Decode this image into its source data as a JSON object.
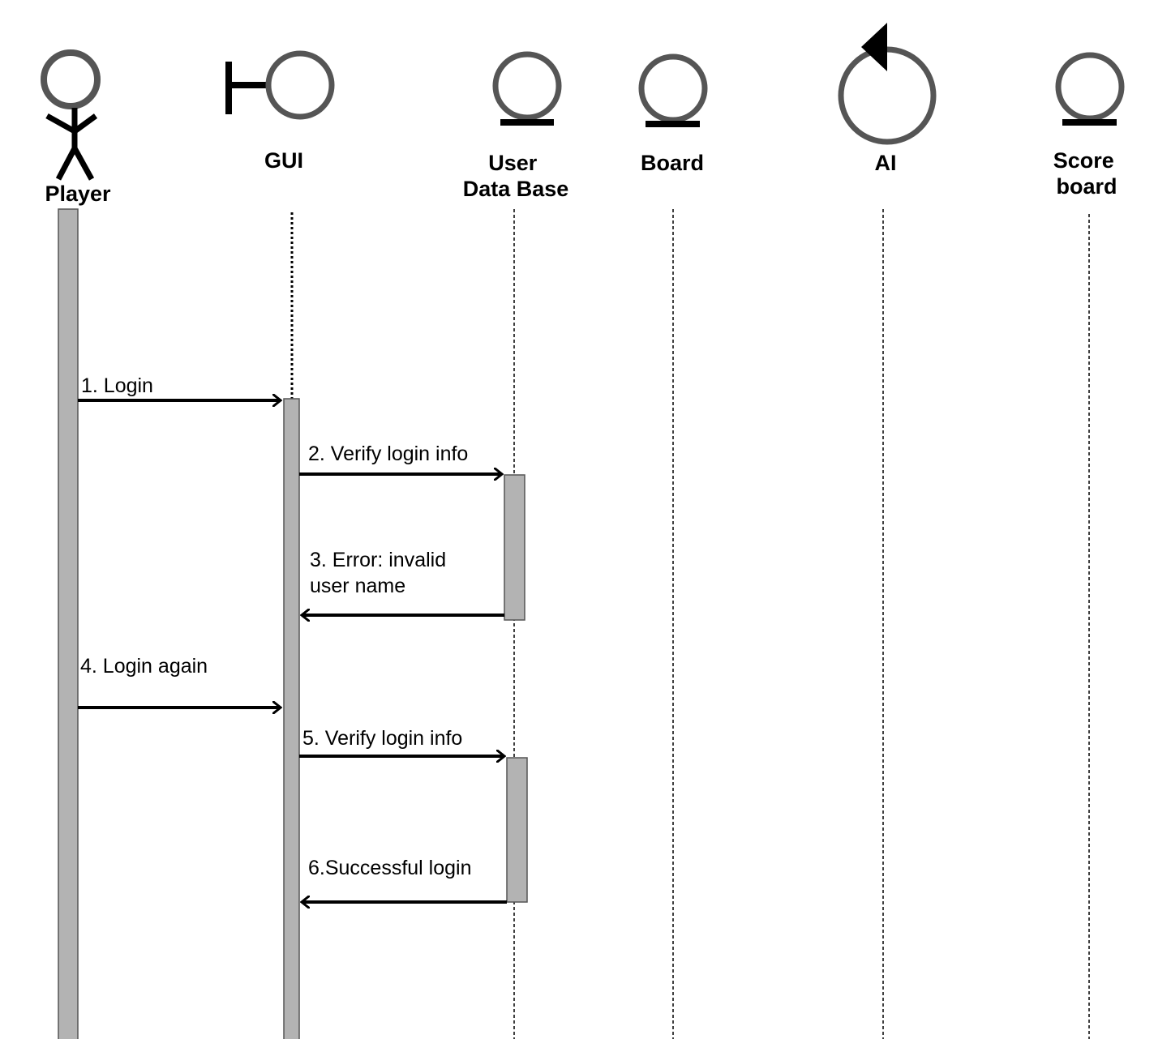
{
  "participants": {
    "player": {
      "label": "Player",
      "icon": "actor-icon"
    },
    "gui": {
      "label": "GUI",
      "icon": "boundary-icon"
    },
    "userdb": {
      "label_line1": "User",
      "label_line2": "Data Base",
      "icon": "entity-icon"
    },
    "board": {
      "label": "Board",
      "icon": "entity-icon"
    },
    "ai": {
      "label": "AI",
      "icon": "control-icon"
    },
    "scoreboard": {
      "label_line1": "Score",
      "label_line2": "board",
      "icon": "entity-icon"
    }
  },
  "messages": [
    {
      "text": "1. Login",
      "from": "Player",
      "to": "GUI"
    },
    {
      "text": "2. Verify login info",
      "from": "GUI",
      "to": "User Data Base"
    },
    {
      "text_line1": "3. Error: invalid",
      "text_line2": "user name",
      "from": "User Data Base",
      "to": "GUI"
    },
    {
      "text": "4. Login again",
      "from": "Player",
      "to": "GUI"
    },
    {
      "text": "5. Verify login info",
      "from": "GUI",
      "to": "User Data Base"
    },
    {
      "text": "6.Successful login",
      "from": "User Data Base",
      "to": "GUI"
    }
  ],
  "colors": {
    "icon_stroke": "#555555",
    "activation_fill": "#b3b3b3",
    "line": "#000000"
  }
}
